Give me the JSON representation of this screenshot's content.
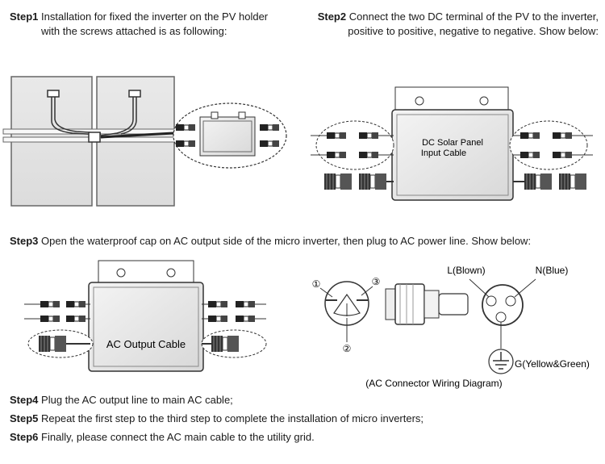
{
  "step1": {
    "label": "Step1",
    "line1": "Installation for fixed the inverter on the PV holder",
    "line2": "with the screws attached is as following:"
  },
  "step2": {
    "label": "Step2",
    "line1": "Connect the two DC terminal of the PV to the inverter,",
    "line2": "positive to positive, negative to negative. Show below:"
  },
  "step3": {
    "label": "Step3",
    "text": "Open the waterproof cap on AC output side of the micro inverter, then plug to AC power line. Show below:"
  },
  "step4": {
    "label": "Step4",
    "text": "Plug the AC output line to main AC cable;"
  },
  "step5": {
    "label": "Step5",
    "text": "Repeat the first step to the third step to complete the installation of micro inverters;"
  },
  "step6": {
    "label": "Step6",
    "text": "Finally, please connect the AC main cable to the utility grid."
  },
  "dc_label": {
    "line1": "DC Solar Panel",
    "line2": "Input Cable"
  },
  "ac_label": "AC Output Cable",
  "pins": {
    "p1": "①",
    "p2": "②",
    "p3": "③"
  },
  "wiring": {
    "l": "L(Blown)",
    "n": "N(Blue)",
    "g": "G(Yellow&Green)",
    "caption": "(AC Connector Wiring Diagram)"
  }
}
